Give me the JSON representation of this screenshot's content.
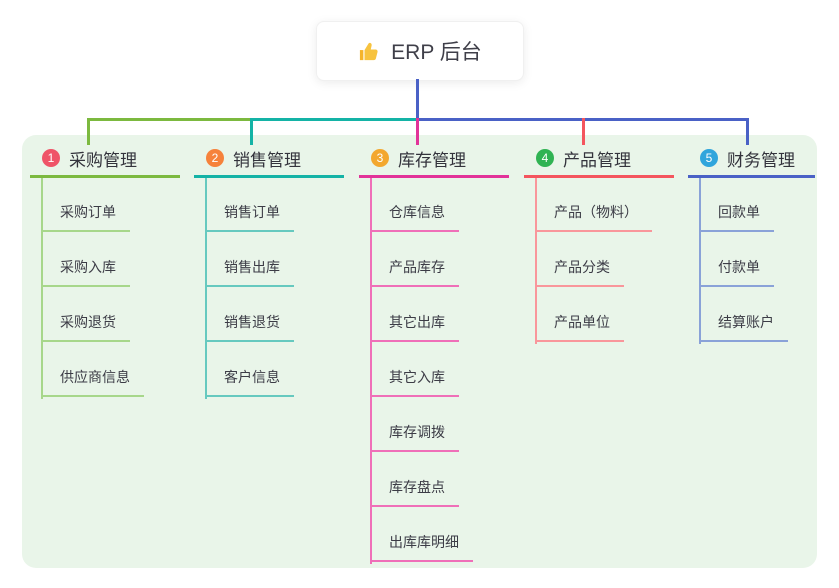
{
  "root": {
    "label": "ERP 后台",
    "icon": "thumbs-up-icon"
  },
  "colors": {
    "panel_bg": "#e9f5e9",
    "stem": "#4a61c6",
    "spine_left": "#7cb93f",
    "spine_mid": "#14b3a6",
    "spine_right": "#4a61c6",
    "drop_1": "#7cb93f",
    "drop_2": "#14b3a6",
    "drop_3": "#e23399",
    "drop_4": "#f4555e",
    "drop_5": "#4a61c6"
  },
  "branches": [
    {
      "badge": "1",
      "badge_color": "#ef5468",
      "label": "采购管理",
      "line_color": "#7cb93f",
      "child_line_color": "#a7d78b",
      "children": [
        "采购订单",
        "采购入库",
        "采购退货",
        "供应商信息"
      ]
    },
    {
      "badge": "2",
      "badge_color": "#f6823b",
      "label": "销售管理",
      "line_color": "#14b3a6",
      "child_line_color": "#66c9bf",
      "children": [
        "销售订单",
        "销售出库",
        "销售退货",
        "客户信息"
      ]
    },
    {
      "badge": "3",
      "badge_color": "#f3a72e",
      "label": "库存管理",
      "line_color": "#e23399",
      "child_line_color": "#ef6fb8",
      "children": [
        "仓库信息",
        "产品库存",
        "其它出库",
        "其它入库",
        "库存调拨",
        "库存盘点",
        "出库库明细"
      ]
    },
    {
      "badge": "4",
      "badge_color": "#30b353",
      "label": "产品管理",
      "line_color": "#f4555e",
      "child_line_color": "#f9969b",
      "children": [
        "产品（物料）",
        "产品分类",
        "产品单位"
      ]
    },
    {
      "badge": "5",
      "badge_color": "#30a5dc",
      "label": "财务管理",
      "line_color": "#4a61c6",
      "child_line_color": "#8aa2d8",
      "children": [
        "回款单",
        "付款单",
        "结算账户"
      ]
    }
  ]
}
